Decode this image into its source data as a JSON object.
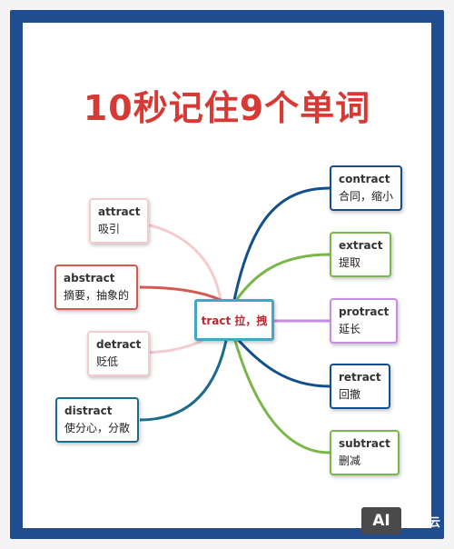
{
  "title": "10秒记住9个单词",
  "center": {
    "text": "tract 拉，拽",
    "color": "#46a6c7"
  },
  "left_nodes": [
    {
      "en": "attract",
      "zh": "吸引",
      "color": "#f5cccc"
    },
    {
      "en": "abstract",
      "zh": "摘要，抽象的",
      "color": "#d35a50"
    },
    {
      "en": "detract",
      "zh": "贬低",
      "color": "#f5cccc"
    },
    {
      "en": "distract",
      "zh": "使分心，分散",
      "color": "#1c6b8c"
    }
  ],
  "right_nodes": [
    {
      "en": "contract",
      "zh": "合同，缩小",
      "color": "#124f8f"
    },
    {
      "en": "extract",
      "zh": "提取",
      "color": "#7ab648"
    },
    {
      "en": "protract",
      "zh": "延长",
      "color": "#c58ee0"
    },
    {
      "en": "retract",
      "zh": "回撤",
      "color": "#124f8f"
    },
    {
      "en": "subtract",
      "zh": "删减",
      "color": "#7ab648"
    }
  ],
  "watermark": {
    "logo": "AI",
    "brand": "树叶云"
  },
  "colors": {
    "frame": "#1f4d8f",
    "title": "#d73a35"
  }
}
